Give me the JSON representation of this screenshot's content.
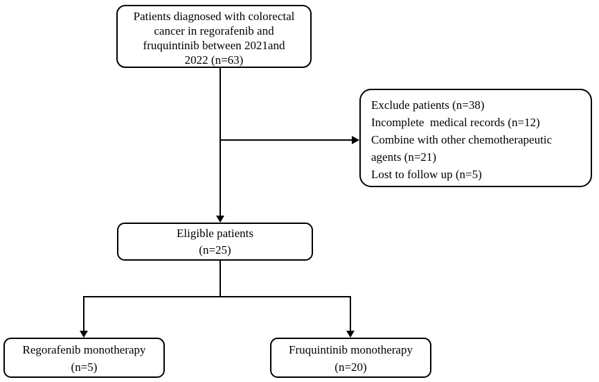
{
  "figure": {
    "type": "flowchart",
    "background_color": "#ffffff",
    "stroke_color": "#000000",
    "nodes": {
      "diagnosed": {
        "lines": [
          "Patients diagnosed with colorectal",
          "cancer in regorafenib and",
          "fruquintinib between 2021and",
          "2022 (n=63)"
        ]
      },
      "excluded": {
        "lines": [
          "Exclude patients (n=38)",
          "Incomplete  medical records (n=12)",
          "Combine with other chemotherapeutic agents (n=21)",
          "Lost to follow up (n=5)"
        ]
      },
      "eligible": {
        "lines": [
          "Eligible patients",
          "(n=25)"
        ]
      },
      "regorafenib": {
        "lines": [
          "Regorafenib monotherapy",
          "(n=5)"
        ]
      },
      "fruquintinib": {
        "lines": [
          "Fruquintinib monotherapy",
          "(n=20)"
        ]
      }
    },
    "edges": [
      {
        "from": "diagnosed",
        "to": "eligible",
        "style": "arrow"
      },
      {
        "from": "diagnosed",
        "to": "excluded",
        "style": "arrow"
      },
      {
        "from": "eligible",
        "to": "regorafenib",
        "style": "arrow"
      },
      {
        "from": "eligible",
        "to": "fruquintinib",
        "style": "arrow"
      }
    ]
  }
}
